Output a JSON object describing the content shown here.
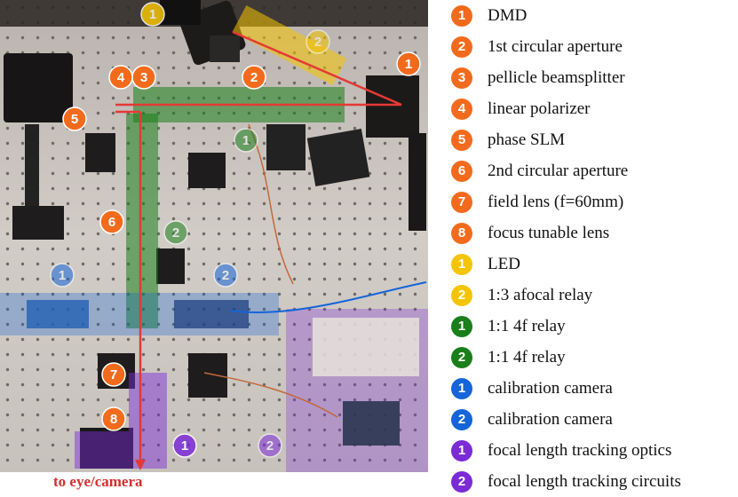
{
  "colors": {
    "orange": "#f26b1d",
    "yellow": "#f5c400",
    "green": "#1a7f1a",
    "blue": "#1565d8",
    "purple": "#7b2bd6",
    "beam": "#e53935"
  },
  "photo_badges": [
    {
      "num": "1",
      "group": "yellow"
    },
    {
      "num": "2",
      "group": "yellow"
    },
    {
      "num": "1",
      "group": "orange"
    },
    {
      "num": "2",
      "group": "orange"
    },
    {
      "num": "4",
      "group": "orange"
    },
    {
      "num": "3",
      "group": "orange"
    },
    {
      "num": "5",
      "group": "orange"
    },
    {
      "num": "1",
      "group": "green"
    },
    {
      "num": "6",
      "group": "orange"
    },
    {
      "num": "2",
      "group": "green"
    },
    {
      "num": "1",
      "group": "blue"
    },
    {
      "num": "2",
      "group": "blue"
    },
    {
      "num": "7",
      "group": "orange"
    },
    {
      "num": "8",
      "group": "orange"
    },
    {
      "num": "1",
      "group": "purple"
    },
    {
      "num": "2",
      "group": "purple"
    }
  ],
  "caption": "to eye/camera",
  "legend": [
    {
      "num": "1",
      "group": "orange",
      "label": "DMD"
    },
    {
      "num": "2",
      "group": "orange",
      "label": "1st circular aperture"
    },
    {
      "num": "3",
      "group": "orange",
      "label": "pellicle beamsplitter"
    },
    {
      "num": "4",
      "group": "orange",
      "label": "linear polarizer"
    },
    {
      "num": "5",
      "group": "orange",
      "label": "phase SLM"
    },
    {
      "num": "6",
      "group": "orange",
      "label": "2nd circular aperture"
    },
    {
      "num": "7",
      "group": "orange",
      "label": "field lens (f=60mm)"
    },
    {
      "num": "8",
      "group": "orange",
      "label": "focus tunable lens"
    },
    {
      "num": "1",
      "group": "yellow",
      "label": "LED"
    },
    {
      "num": "2",
      "group": "yellow",
      "label": "1:3 afocal relay"
    },
    {
      "num": "1",
      "group": "green",
      "label": "1:1 4f relay"
    },
    {
      "num": "2",
      "group": "green",
      "label": "1:1 4f relay"
    },
    {
      "num": "1",
      "group": "blue",
      "label": "calibration camera"
    },
    {
      "num": "2",
      "group": "blue",
      "label": "calibration camera"
    },
    {
      "num": "1",
      "group": "purple",
      "label": "focal length tracking optics"
    },
    {
      "num": "2",
      "group": "purple",
      "label": "focal length tracking circuits"
    }
  ]
}
